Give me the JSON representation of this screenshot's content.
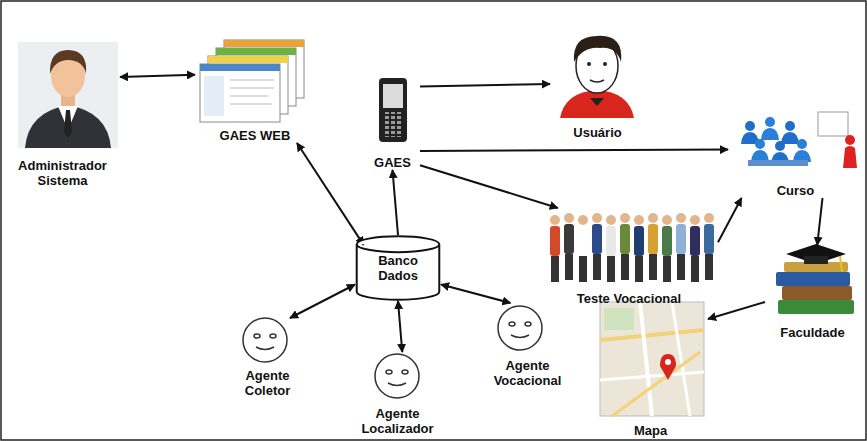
{
  "diagram": {
    "nodes": [
      {
        "text": [
          "Administrador Sistema"
        ]
      },
      {
        "text": [
          "GAES WEB"
        ]
      },
      {
        "text": [
          "GAES"
        ]
      },
      {
        "text": [
          "Usuário"
        ]
      },
      {
        "text": [
          "Curso"
        ]
      },
      {
        "text": [
          "Banco Dados"
        ]
      },
      {
        "text": [
          "Teste Vocacional"
        ]
      },
      {
        "text": [
          "Faculdade"
        ]
      },
      {
        "text": [
          "Agente Coletor"
        ]
      },
      {
        "text": [
          "Agente Localizador"
        ]
      },
      {
        "text": [
          "Agente Vocacional"
        ]
      },
      {
        "text": [
          "Mapa"
        ]
      }
    ],
    "edges": [
      {
        "from": 0,
        "to": 1,
        "arrow": "both"
      },
      {
        "from": 1,
        "to": 5,
        "arrow": "both"
      },
      {
        "from": 5,
        "to": 2,
        "arrow": "to"
      },
      {
        "from": 2,
        "to": 3,
        "arrow": "to"
      },
      {
        "from": 2,
        "to": 4,
        "arrow": "to"
      },
      {
        "from": 2,
        "to": 6,
        "arrow": "to"
      },
      {
        "from": 6,
        "to": 4,
        "arrow": "to"
      },
      {
        "from": 4,
        "to": 7,
        "arrow": "to"
      },
      {
        "from": 7,
        "to": 11,
        "arrow": "to"
      },
      {
        "from": 5,
        "to": 8,
        "arrow": "both"
      },
      {
        "from": 5,
        "to": 9,
        "arrow": "both"
      },
      {
        "from": 5,
        "to": 10,
        "arrow": "both"
      }
    ]
  }
}
